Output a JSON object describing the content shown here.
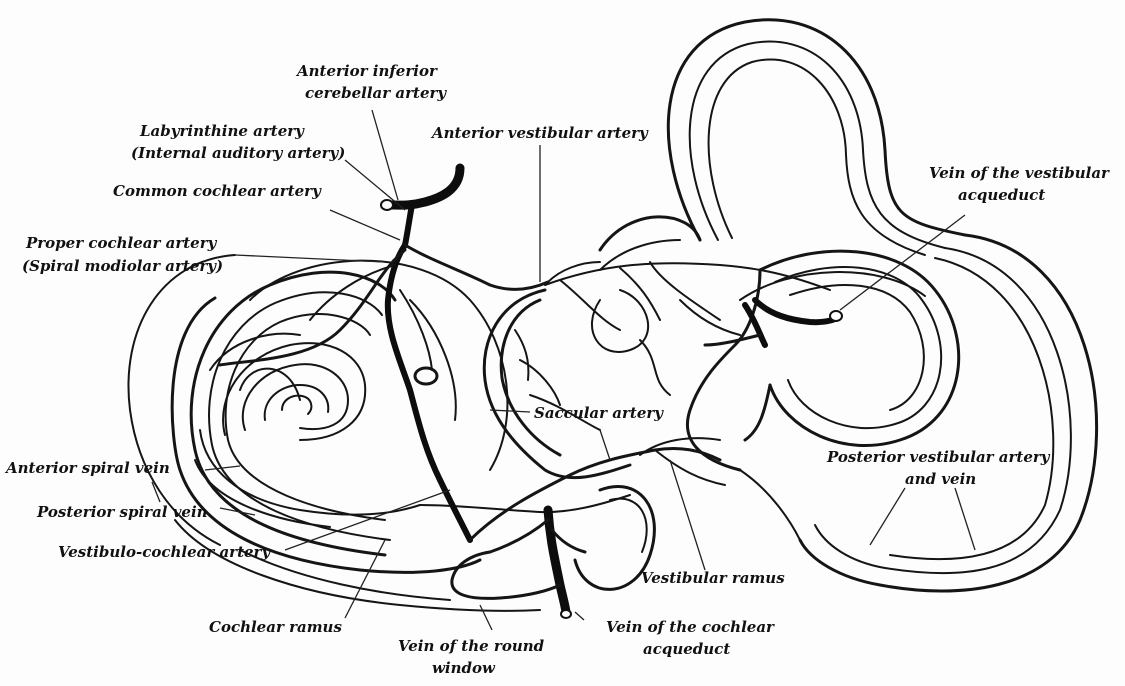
{
  "labels": {
    "anterior_inferior_cerebellar_artery": [
      "Anterior inferior",
      "cerebellar artery"
    ],
    "labyrinthine_artery": [
      "Labyrinthine artery",
      "(Internal auditory artery)"
    ],
    "anterior_vestibular_artery": "Anterior vestibular artery",
    "common_cochlear_artery": "Common cochlear artery",
    "proper_cochlear_artery": [
      "Proper cochlear artery",
      "(Spiral modiolar artery)"
    ],
    "vein_of_vestibular_aqueduct": [
      "Vein of the vestibular",
      "acqueduct"
    ],
    "saccular_artery": "Saccular artery",
    "anterior_spiral_vein": "Anterior spiral vein",
    "posterior_spiral_vein": "Posterior spiral vein",
    "posterior_vestibular_artery_and_vein": [
      "Posterior vestibular artery",
      "and vein"
    ],
    "vestibulo_cochlear_artery": "Vestibulo-cochlear artery",
    "vestibular_ramus": "Vestibular ramus",
    "cochlear_ramus": "Cochlear ramus",
    "vein_of_round_window": [
      "Vein of the round",
      "window"
    ],
    "vein_of_cochlear_aqueduct": [
      "Vein of the cochlear",
      "acqueduct"
    ]
  }
}
